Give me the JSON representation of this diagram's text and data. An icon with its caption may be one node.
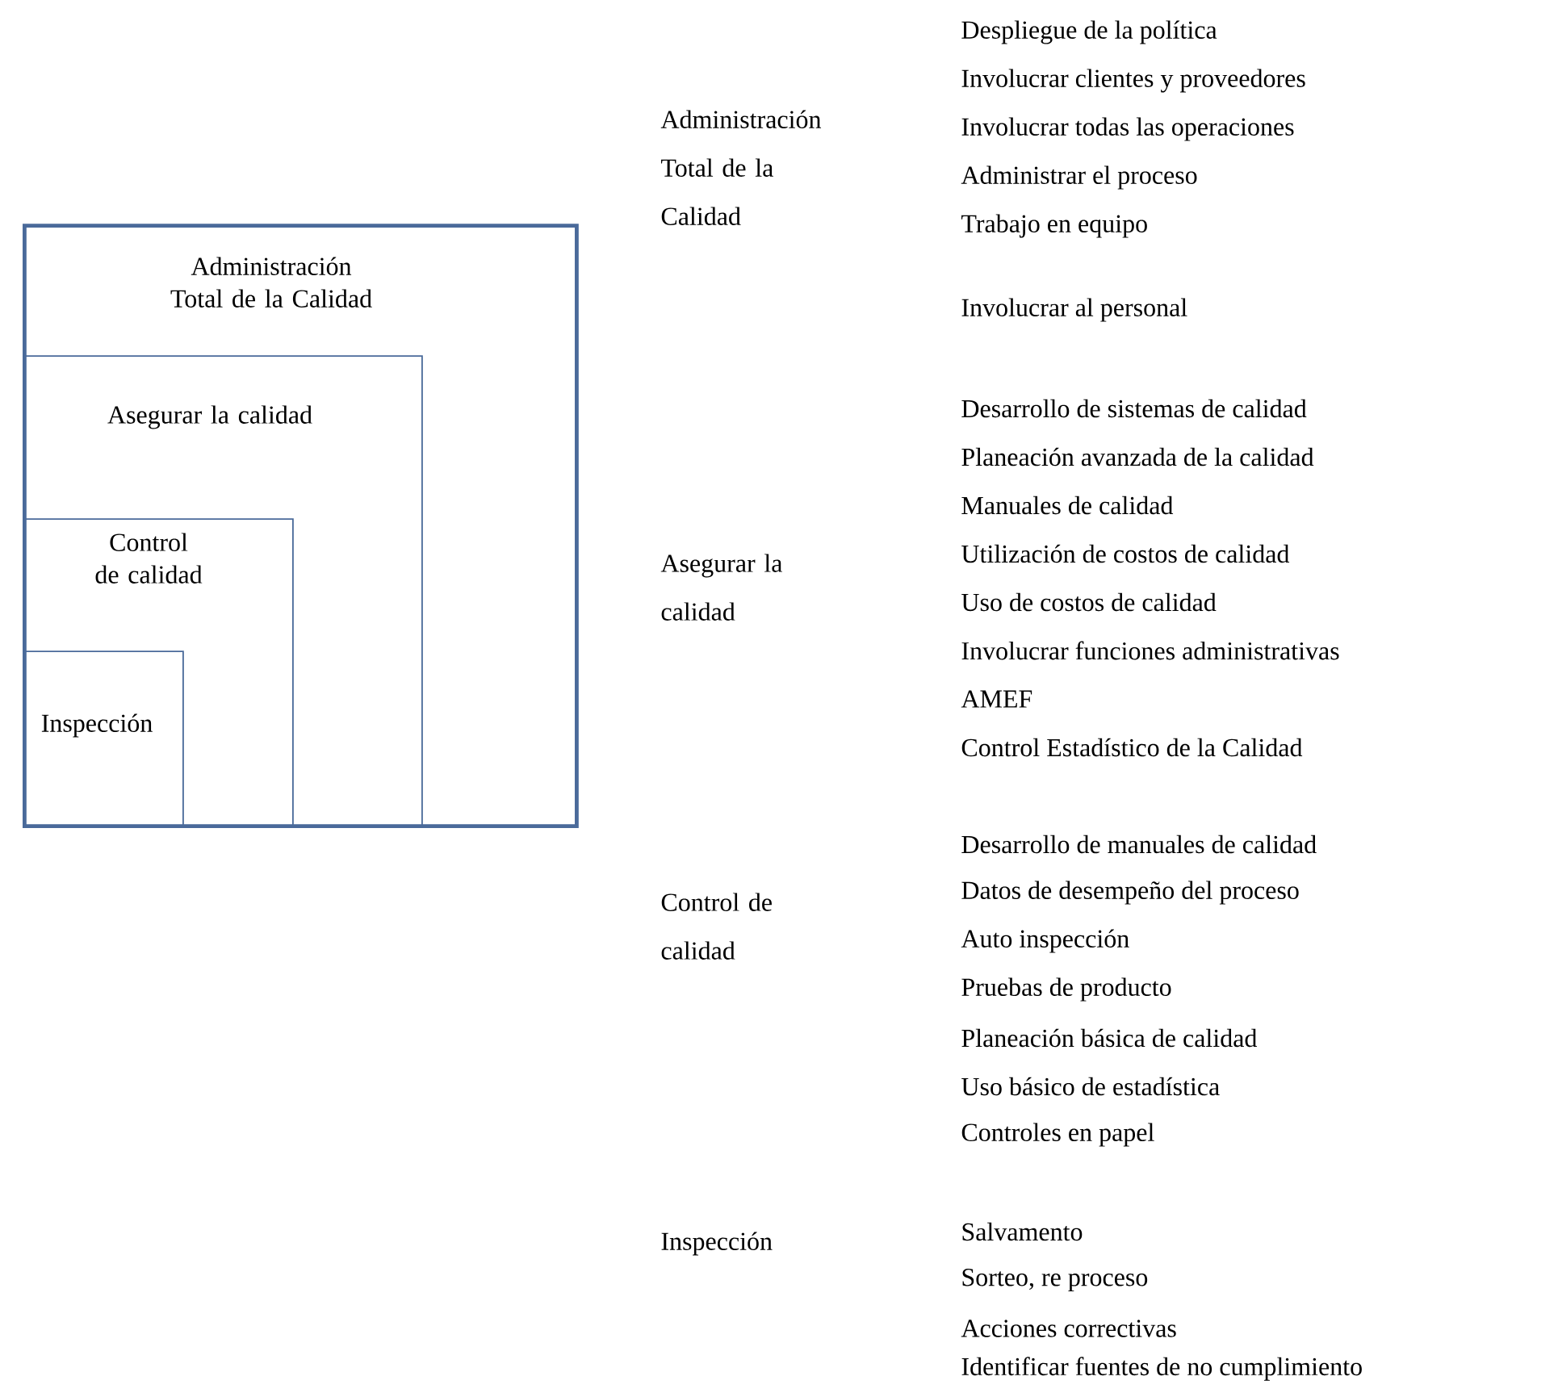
{
  "diagram": {
    "nodes": [
      {
        "text": [
          "Administración Total de la Calidad"
        ]
      },
      {
        "text": [
          "Asegurar la calidad"
        ],
        "in": 0
      },
      {
        "text": [
          "Control de calidad"
        ],
        "in": 1
      },
      {
        "text": [
          "Inspección"
        ],
        "in": 2
      }
    ],
    "labels": [
      "Despliegue de la política",
      "Involucrar clientes y proveedores",
      "Administración Total de la Calidad",
      "Involucrar todas las operaciones",
      "Administrar el proceso",
      "Trabajo en equipo",
      "Involucrar al personal",
      "Desarrollo de sistemas de calidad",
      "Planeación avanzada de la calidad",
      "Manuales de calidad",
      "Asegurar la calidad",
      "Utilización de costos de calidad",
      "Uso de costos de calidad",
      "Involucrar funciones administrativas",
      "AMEF",
      "Control Estadístico de la Calidad",
      "Desarrollo de manuales de calidad",
      "Control de calidad",
      "Datos de desempeño del proceso",
      "Auto inspección",
      "Pruebas de producto",
      "Planeación básica de calidad",
      "Uso básico de estadística",
      "Controles en papel",
      "Inspección",
      "Salvamento",
      "Sorteo, re proceso",
      "Acciones correctivas",
      "Identificar fuentes de no cumplimiento"
    ]
  }
}
